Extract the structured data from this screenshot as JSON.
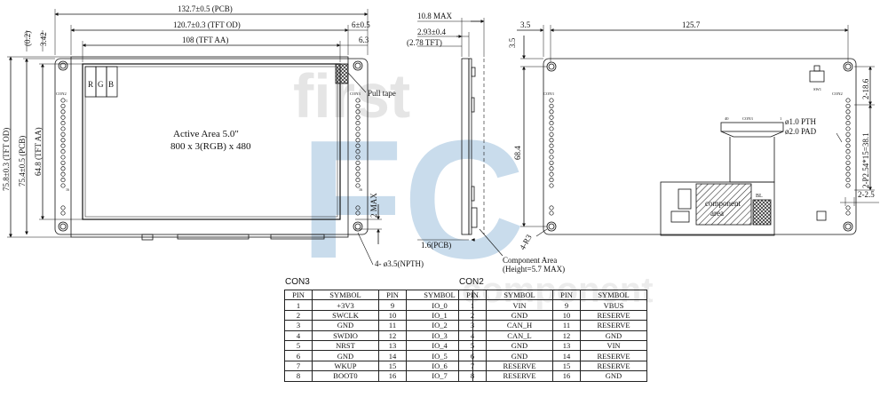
{
  "watermark": {
    "word1": "first",
    "word2": "FC",
    "word3": "component"
  },
  "front": {
    "dim_pcb_width": "132.7±0.5 (PCB)",
    "dim_tft_od_width": "120.7±0.3 (TFT OD)",
    "dim_tft_aa_width": "108 (TFT AA)",
    "dim_right_offset": "6±0.5",
    "dim_right_aa": "6.3",
    "dim_top_02": "(0.2)",
    "dim_top_342": "3.42",
    "dim_tft_od_height": "75.8±0.3 (TFT OD)",
    "dim_pcb_height": "75.4±0.5 (PCB)",
    "dim_tft_aa_height": "64.8 (TFT AA)",
    "dim_2max": "2 MAX",
    "rgb": [
      "R",
      "G",
      "B"
    ],
    "pull_tape": "Pull tape",
    "active_area_line1": "Active Area 5.0\"",
    "active_area_line2": "800 x 3(RGB) x 480",
    "con2_label": "CON2",
    "con3_label": "CON3",
    "pin_1": "1",
    "pin_16": "16",
    "hole_note": "4- ø3.5(NPTH)"
  },
  "side": {
    "dim_108max": "10.8 MAX",
    "dim_293": "2.93±0.4",
    "dim_278": "(2.78 TFT)",
    "dim_16pcb": "1.6(PCB)",
    "component_area_1": "Component Area",
    "component_area_2": "(Height=5.7 MAX)"
  },
  "back": {
    "dim_35_top": "3.5",
    "dim_1257": "125.7",
    "dim_35_left": "3.5",
    "dim_684": "68.4",
    "dim_4r3": "4-R3",
    "dim_2_186": "2-18.6",
    "dim_pitch": "2-P2.54*15=38.1",
    "dim_2_25": "2-2.5",
    "pth": "ø1.0 PTH",
    "pad": "ø2.0 PAD",
    "con3_label": "CON3",
    "con2_label": "CON2",
    "con3_pin40": "40",
    "con3_pin1": "1",
    "sw1": "SW1",
    "component_area_1": "component",
    "component_area_2": "area",
    "bl": "BL"
  },
  "tables": {
    "con3_title": "CON3",
    "con2_title": "CON2",
    "headers": [
      "PIN",
      "SYMBOL",
      "PIN",
      "SYMBOL"
    ],
    "con3_rows": [
      [
        "1",
        "+3V3",
        "9",
        "IO_0"
      ],
      [
        "2",
        "SWCLK",
        "10",
        "IO_1"
      ],
      [
        "3",
        "GND",
        "11",
        "IO_2"
      ],
      [
        "4",
        "SWDIO",
        "12",
        "IO_3"
      ],
      [
        "5",
        "NRST",
        "13",
        "IO_4"
      ],
      [
        "6",
        "GND",
        "14",
        "IO_5"
      ],
      [
        "7",
        "WKUP",
        "15",
        "IO_6"
      ],
      [
        "8",
        "BOOT0",
        "16",
        "IO_7"
      ]
    ],
    "con2_rows": [
      [
        "1",
        "VIN",
        "9",
        "VBUS"
      ],
      [
        "2",
        "GND",
        "10",
        "RESERVE"
      ],
      [
        "3",
        "CAN_H",
        "11",
        "RESERVE"
      ],
      [
        "4",
        "CAN_L",
        "12",
        "GND"
      ],
      [
        "5",
        "GND",
        "13",
        "VIN"
      ],
      [
        "6",
        "GND",
        "14",
        "RESERVE"
      ],
      [
        "7",
        "RESERVE",
        "15",
        "RESERVE"
      ],
      [
        "8",
        "RESERVE",
        "16",
        "GND"
      ]
    ]
  }
}
